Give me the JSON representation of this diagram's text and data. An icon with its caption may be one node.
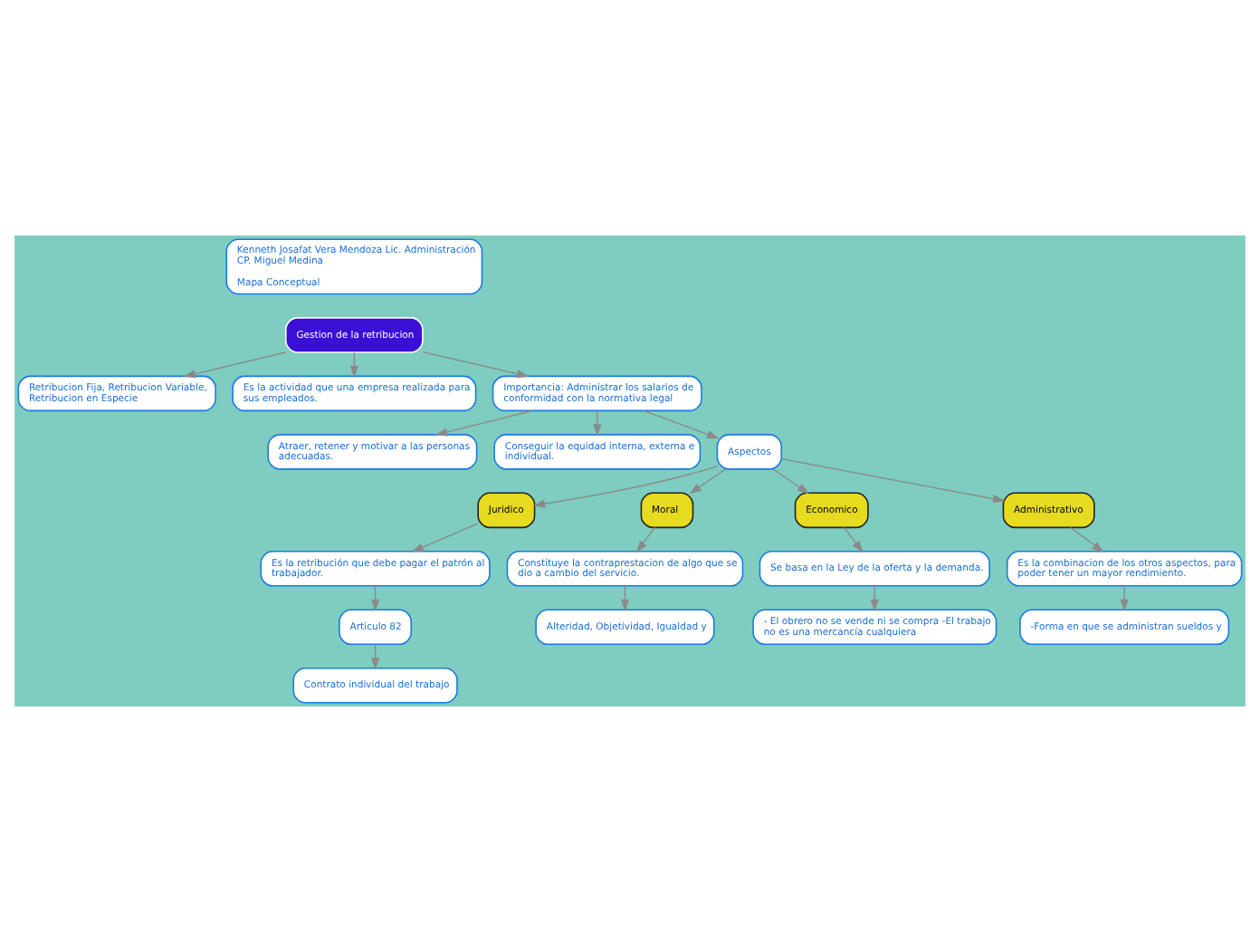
{
  "diagram": {
    "nodes": [
      {
        "text": [
          "Kenneth Josafat Vera Mendoza Lic. Administración CP. Miguel Medina",
          "Mapa Conceptual"
        ]
      },
      {
        "text": [
          "Gestion de la retribucion"
        ]
      },
      {
        "text": [
          "Retribucion Fija, Retribucion Variable, Retribucion en Especie"
        ]
      },
      {
        "text": [
          "Es la actividad que una empresa realizada para sus empleados."
        ]
      },
      {
        "text": [
          "Importancia: Administrar los salarios de conformidad con la normativa legal"
        ]
      },
      {
        "text": [
          "Atraer, retener y motivar a las personas adecuadas."
        ]
      },
      {
        "text": [
          "Conseguir la equidad interna, externa e individual."
        ]
      },
      {
        "text": [
          "Aspectos"
        ]
      },
      {
        "text": [
          "Juridico"
        ]
      },
      {
        "text": [
          "Moral"
        ]
      },
      {
        "text": [
          "Economico"
        ]
      },
      {
        "text": [
          "Administrativo"
        ]
      },
      {
        "text": [
          "Es la retribución que debe pagar el patrón al trabajador."
        ]
      },
      {
        "text": [
          "Articulo 82"
        ]
      },
      {
        "text": [
          "Contrato individual del trabajo"
        ]
      },
      {
        "text": [
          "Se basa en la Ley de la oferta y la demanda."
        ]
      },
      {
        "text": [
          "Constituye la contraprestacion de algo que se dio a cambio del servicio."
        ]
      },
      {
        "text": [
          "- El obrero no se vende ni se compra -El trabajo no es una mercancía cualquiera"
        ]
      },
      {
        "text": [
          "Alteridad, Objetividad, Igualdad y"
        ]
      },
      {
        "text": [
          "Es la combinacion de los otros aspectos, para poder tener un mayor rendimiento."
        ]
      },
      {
        "text": [
          "-Forma en que se administran sueldos y"
        ]
      }
    ],
    "edges": [
      {
        "from": 1,
        "to": 2,
        "arrow": "to"
      },
      {
        "from": 1,
        "to": 3,
        "arrow": "to"
      },
      {
        "from": 1,
        "to": 4,
        "arrow": "to"
      },
      {
        "from": 4,
        "to": 5,
        "arrow": "to"
      },
      {
        "from": 4,
        "to": 6,
        "arrow": "to"
      },
      {
        "from": 4,
        "to": 7,
        "arrow": "to"
      },
      {
        "from": 7,
        "to": 8,
        "arrow": "to"
      },
      {
        "from": 7,
        "to": 9,
        "arrow": "to"
      },
      {
        "from": 7,
        "to": 10,
        "arrow": "to"
      },
      {
        "from": 7,
        "to": 11,
        "arrow": "to"
      },
      {
        "from": 8,
        "to": 12,
        "arrow": "to"
      },
      {
        "from": 12,
        "to": 13,
        "arrow": "to"
      },
      {
        "from": 13,
        "to": 14,
        "arrow": "to"
      },
      {
        "from": 10,
        "to": 15,
        "arrow": "to"
      },
      {
        "from": 9,
        "to": 16,
        "arrow": "to"
      },
      {
        "from": 15,
        "to": 17,
        "arrow": "to"
      },
      {
        "from": 16,
        "to": 18,
        "arrow": "to"
      },
      {
        "from": 11,
        "to": 19,
        "arrow": "to"
      },
      {
        "from": 19,
        "to": 20,
        "arrow": "to"
      }
    ]
  }
}
